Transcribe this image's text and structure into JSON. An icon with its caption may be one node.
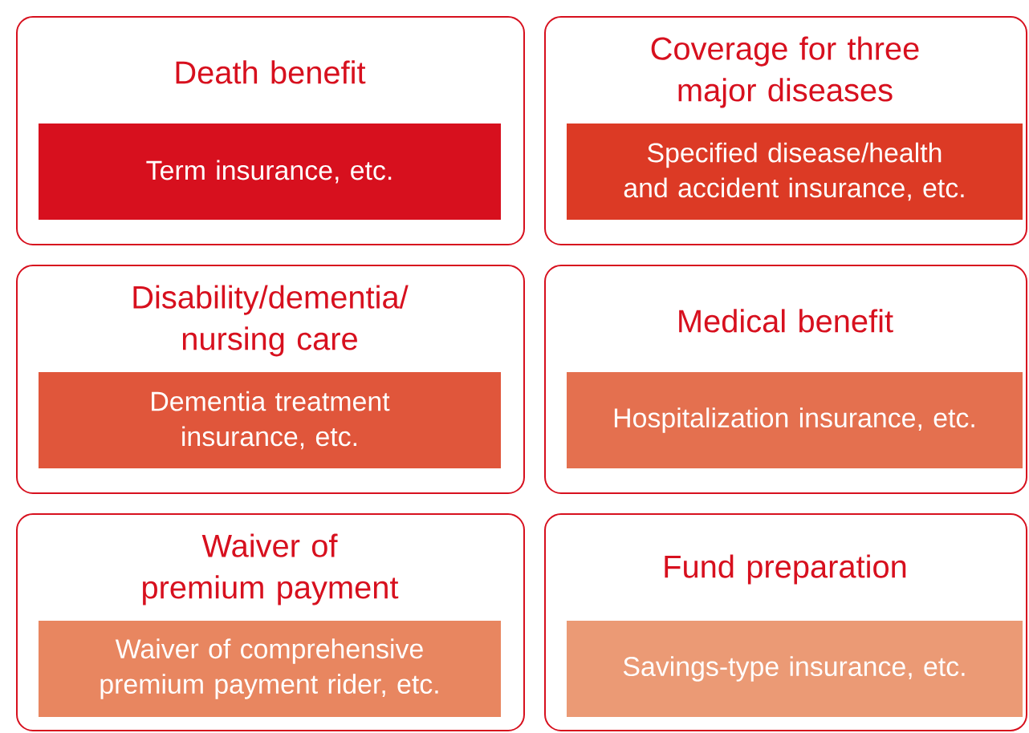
{
  "diagram": {
    "nodes": [
      {
        "text": [
          "Death benefit"
        ]
      },
      {
        "text": [
          "Term insurance, etc."
        ],
        "in": 0
      },
      {
        "text": [
          "Coverage for three major diseases"
        ]
      },
      {
        "text": [
          "Specified disease/health and accident insurance, etc."
        ],
        "in": 2
      },
      {
        "text": [
          "Disability/dementia/ nursing care"
        ]
      },
      {
        "text": [
          "Dementia treatment insurance, etc."
        ],
        "in": 4
      },
      {
        "text": [
          "Medical benefit"
        ]
      },
      {
        "text": [
          "Hospitalization insurance, etc."
        ],
        "in": 6
      },
      {
        "text": [
          "Waiver of premium payment"
        ]
      },
      {
        "text": [
          "Waiver of comprehensive premium payment rider, etc."
        ],
        "in": 8
      },
      {
        "text": [
          "Fund preparation"
        ]
      },
      {
        "text": [
          "Savings-type insurance, etc."
        ],
        "in": 10
      }
    ]
  }
}
